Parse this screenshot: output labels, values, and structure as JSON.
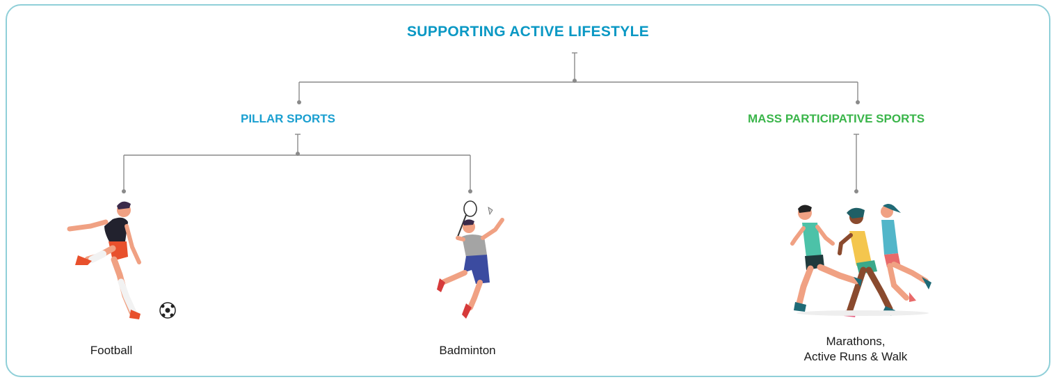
{
  "colors": {
    "title": "#0a98c4",
    "pillar": "#1a9fd0",
    "mass": "#3ab54a",
    "connector": "#8a8a8a",
    "border": "#8fcfd8"
  },
  "diagram": {
    "root": {
      "label": "SUPPORTING ACTIVE LIFESTYLE"
    },
    "branches": [
      {
        "label": "PILLAR SPORTS",
        "children": [
          {
            "label": "Football",
            "icon": "football-player-icon"
          },
          {
            "label": "Badminton",
            "icon": "badminton-player-icon"
          }
        ]
      },
      {
        "label": "MASS PARTICIPATIVE SPORTS",
        "children": [
          {
            "label_lines": [
              "Marathons,",
              "Active Runs & Walk"
            ],
            "icon": "runners-icon"
          }
        ]
      }
    ]
  }
}
